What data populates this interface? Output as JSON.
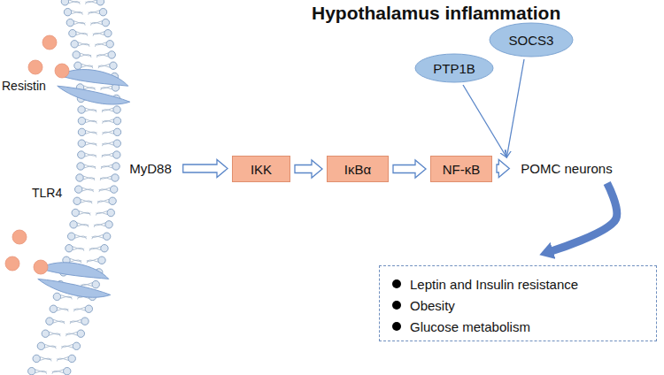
{
  "diagram": {
    "title": "Hypothalamus inflammation",
    "nodes": [
      {
        "text": [
          "MyD88"
        ]
      },
      {
        "text": [
          "IKK"
        ]
      },
      {
        "text": [
          "IκBα"
        ]
      },
      {
        "text": [
          "NF-κB"
        ]
      },
      {
        "text": [
          "PTP1B"
        ]
      },
      {
        "text": [
          "SOCS3"
        ]
      },
      {
        "text": [
          "POMC neurons"
        ]
      },
      {
        "text": [
          "Leptin and Insulin resistance",
          "Obesity",
          "Glucose metabolism"
        ]
      }
    ],
    "edges": [
      {
        "from": 0,
        "to": 1,
        "arrow": "to"
      },
      {
        "from": 1,
        "to": 2,
        "arrow": "to"
      },
      {
        "from": 2,
        "to": 3,
        "arrow": "to"
      },
      {
        "from": 3,
        "to": 6,
        "arrow": "to"
      },
      {
        "from": 4,
        "to": 6,
        "arrow": "to"
      },
      {
        "from": 5,
        "to": 6,
        "arrow": "to"
      },
      {
        "from": 6,
        "to": 7,
        "arrow": "to"
      }
    ],
    "labels": [
      "Resistin",
      "TLR4"
    ]
  }
}
